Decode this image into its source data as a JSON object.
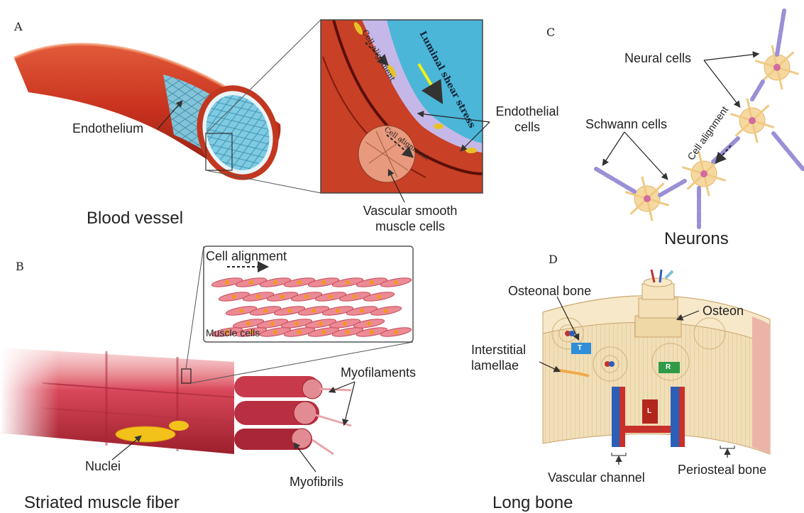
{
  "panels": {
    "a": "A",
    "b": "B",
    "c": "C",
    "d": "D"
  },
  "blood_vessel": {
    "title": "Blood vessel",
    "endothelium": "Endothelium",
    "inset": {
      "cell_alignment": "Cell alignment",
      "luminal_shear_stress": "Luminal shear stress",
      "cell_alignment_2": "Cell alignment",
      "endothelial_cells": [
        "Endothelial",
        "cells"
      ],
      "vsmc": [
        "Vascular smooth",
        "muscle cells"
      ]
    }
  },
  "muscle": {
    "title": "Striated muscle fiber",
    "cell_alignment": "Cell alignment",
    "muscle_cells": "Muscle cells",
    "myofilaments": "Myofilaments",
    "nuclei": "Nuclei",
    "myofibrils": "Myofibrils"
  },
  "neurons": {
    "title": "Neurons",
    "neural_cells": "Neural cells",
    "schwann_cells": "Schwann cells",
    "cell_alignment": "Cell alignment"
  },
  "bone": {
    "title": "Long bone",
    "osteonal_bone": "Osteonal bone",
    "osteon": "Osteon",
    "interstitial": [
      "Interstitial",
      "lamellae"
    ],
    "vascular_channel": "Vascular channel",
    "periosteal_bone": "Periosteal bone",
    "markers": {
      "t": "T",
      "r": "R",
      "l": "L"
    }
  },
  "colors": {
    "vessel_red": "#c8321e",
    "endothelium_blue": "#8fd3e8",
    "muscle_pink": "#d9485a",
    "nucleus_yellow": "#f2c21a",
    "neuron_beige": "#f6d9a0",
    "schwann_purple": "#9b8fd6",
    "bone_beige": "#f1dfb8",
    "vessel_blue": "#2b5fb8",
    "marker_blue": "#2e8fd8",
    "marker_green": "#2f9b47",
    "marker_red": "#b3261e"
  }
}
